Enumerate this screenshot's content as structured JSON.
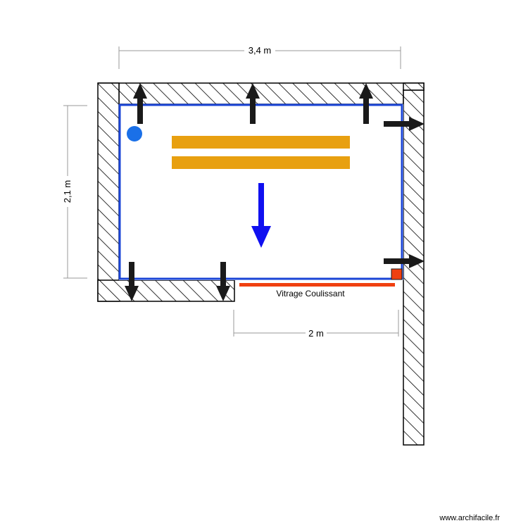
{
  "dimensions": {
    "top": "3,4 m",
    "left": "2,1 m",
    "bottom": "2 m"
  },
  "labels": {
    "sliding_glazing": "Vitrage Coulissant"
  },
  "watermark": "www.archifacile.fr",
  "colors": {
    "wall_hatch": "#000000",
    "room_outline": "#1a44d6",
    "light_fixture": "#e8a010",
    "flow_arrow": "#1010f0",
    "glazing": "#f04010",
    "marker_square": "#f04010",
    "round_marker": "#1a70e8",
    "black_arrows": "#1a1a1a",
    "dimension_lines": "#999999"
  }
}
